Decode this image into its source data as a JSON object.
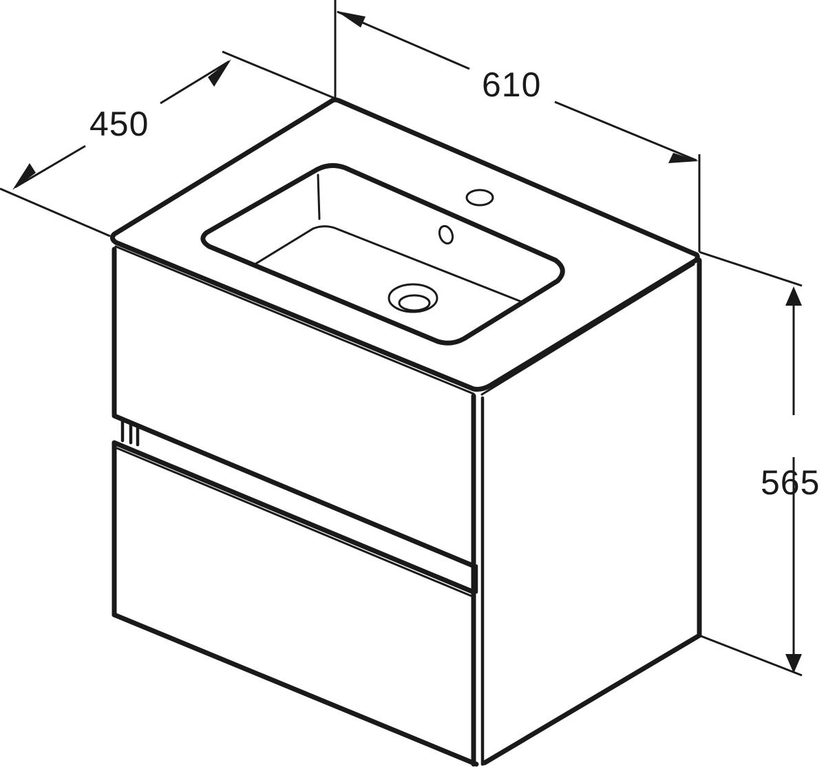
{
  "drawing": {
    "subject": "Wall-hung vanity unit with two drawers and integrated washbasin",
    "stroke_color": "#1a1a1a",
    "background_color": "#ffffff"
  },
  "dimensions": {
    "depth": {
      "label": "450",
      "axis": "depth (left diagonal)"
    },
    "width": {
      "label": "610",
      "axis": "width (top diagonal)"
    },
    "height": {
      "label": "565",
      "axis": "height (right vertical)"
    }
  },
  "components": {
    "basin": {
      "features": [
        "tap-hole",
        "overflow-hole",
        "drain"
      ]
    },
    "drawers": {
      "count": 2
    }
  }
}
